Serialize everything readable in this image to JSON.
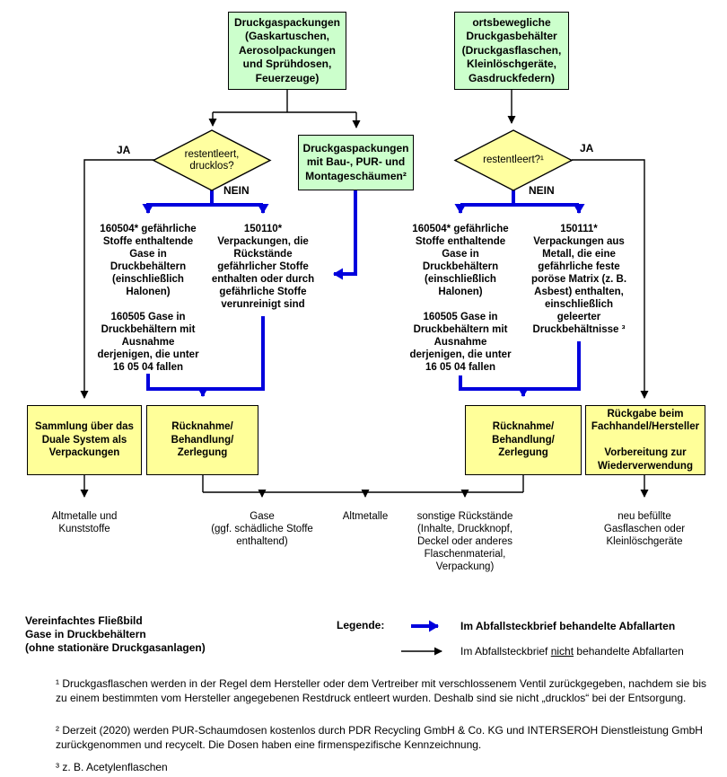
{
  "colors": {
    "source_box_fill": "#ccffcc",
    "decision_fill": "#ffffa0",
    "process_box_fill": "#ffff99",
    "treated_arrow_blue": "#0000dd",
    "untreated_arrow_black": "#000000"
  },
  "flow": {
    "source_left": "Druckgaspackungen\n(Gaskartuschen,\nAerosolpackungen\nund Sprühdosen,\nFeuerzeuge)",
    "source_right": "ortsbewegliche\nDruckgasbehälter\n(Druckgasflaschen,\nKleinlöschgeräte,\nGasdruckfedern)",
    "decision_left": "restentleert,\ndrucklos?",
    "decision_right": "restentleert?¹",
    "foam_box": "Druckgaspackungen\nmit Bau-, PUR- und\nMontageschäumen²",
    "ja_left": "JA",
    "nein_left": "NEIN",
    "ja_right": "JA",
    "nein_right": "NEIN",
    "waste_col_1": "160504* gefährliche\nStoffe enthaltende\nGase in\nDruckbehältern\n(einschließlich\nHalonen)\n\n160505 Gase in\nDruckbehältern mit\nAusnahme\nderjenigen, die unter\n16 05 04 fallen",
    "waste_col_2": "150110*\nVerpackungen, die\nRückstände\ngefährlicher Stoffe\nenthalten oder durch\ngefährliche Stoffe\nverunreinigt sind",
    "waste_col_3": "160504* gefährliche\nStoffe enthaltende\nGase in\nDruckbehältern\n(einschließlich\nHalonen)\n\n160505 Gase in\nDruckbehältern mit\nAusnahme\nderjenigen, die unter\n16 05 04 fallen",
    "waste_col_4": "150111*\nVerpackungen aus\nMetall, die eine\ngefährliche feste\nporöse Matrix (z. B.\nAsbest) enthalten,\neinschließlich\ngeleerter\nDruckbehältnisse ³",
    "process_box_1": "Sammlung über das\nDuale System als\nVerpackungen",
    "process_box_2": "Rücknahme/\nBehandlung/\nZerlegung",
    "process_box_3": "Rücknahme/\nBehandlung/\nZerlegung",
    "process_box_4": "Rückgabe beim\nFachhandel/Hersteller\n\nVorbereitung zur\nWiederverwendung",
    "output_1": "Altmetalle und\nKunststoffe",
    "output_2": "Gase\n(ggf. schädliche Stoffe\nenthaltend)",
    "output_3": "Altmetalle",
    "output_4": "sonstige Rückstände\n(Inhalte, Druckknopf,\nDeckel oder anderes\nFlaschenmaterial,\nVerpackung)",
    "output_5": "neu befüllte\nGasflaschen oder\nKleinlöschgeräte"
  },
  "caption": "Vereinfachtes Fließbild\nGase in Druckbehältern\n(ohne stationäre Druckgasanlagen)",
  "legend": {
    "title": "Legende:",
    "treated": "Im Abfallsteckbrief behandelte Abfallarten",
    "untreated_pre": "Im Abfallsteckbrief ",
    "untreated_underline": "nicht",
    "untreated_post": " behandelte Abfallarten"
  },
  "footnotes": {
    "f1": "¹ Druckgasflaschen werden in der Regel dem Hersteller oder dem Vertreiber mit verschlossenem Ventil zurückgegeben, nachdem sie bis zu einem bestimmten vom Hersteller angegebenen Restdruck entleert wurden. Deshalb sind sie nicht „drucklos“ bei der Entsorgung.",
    "f2": "² Derzeit (2020) werden PUR-Schaumdosen kostenlos durch PDR Recycling GmbH & Co. KG und INTERSEROH Dienstleistung GmbH zurückgenommen und recycelt. Die Dosen haben eine firmenspezifische Kennzeichnung.",
    "f3": "³ z. B. Acetylenflaschen"
  }
}
